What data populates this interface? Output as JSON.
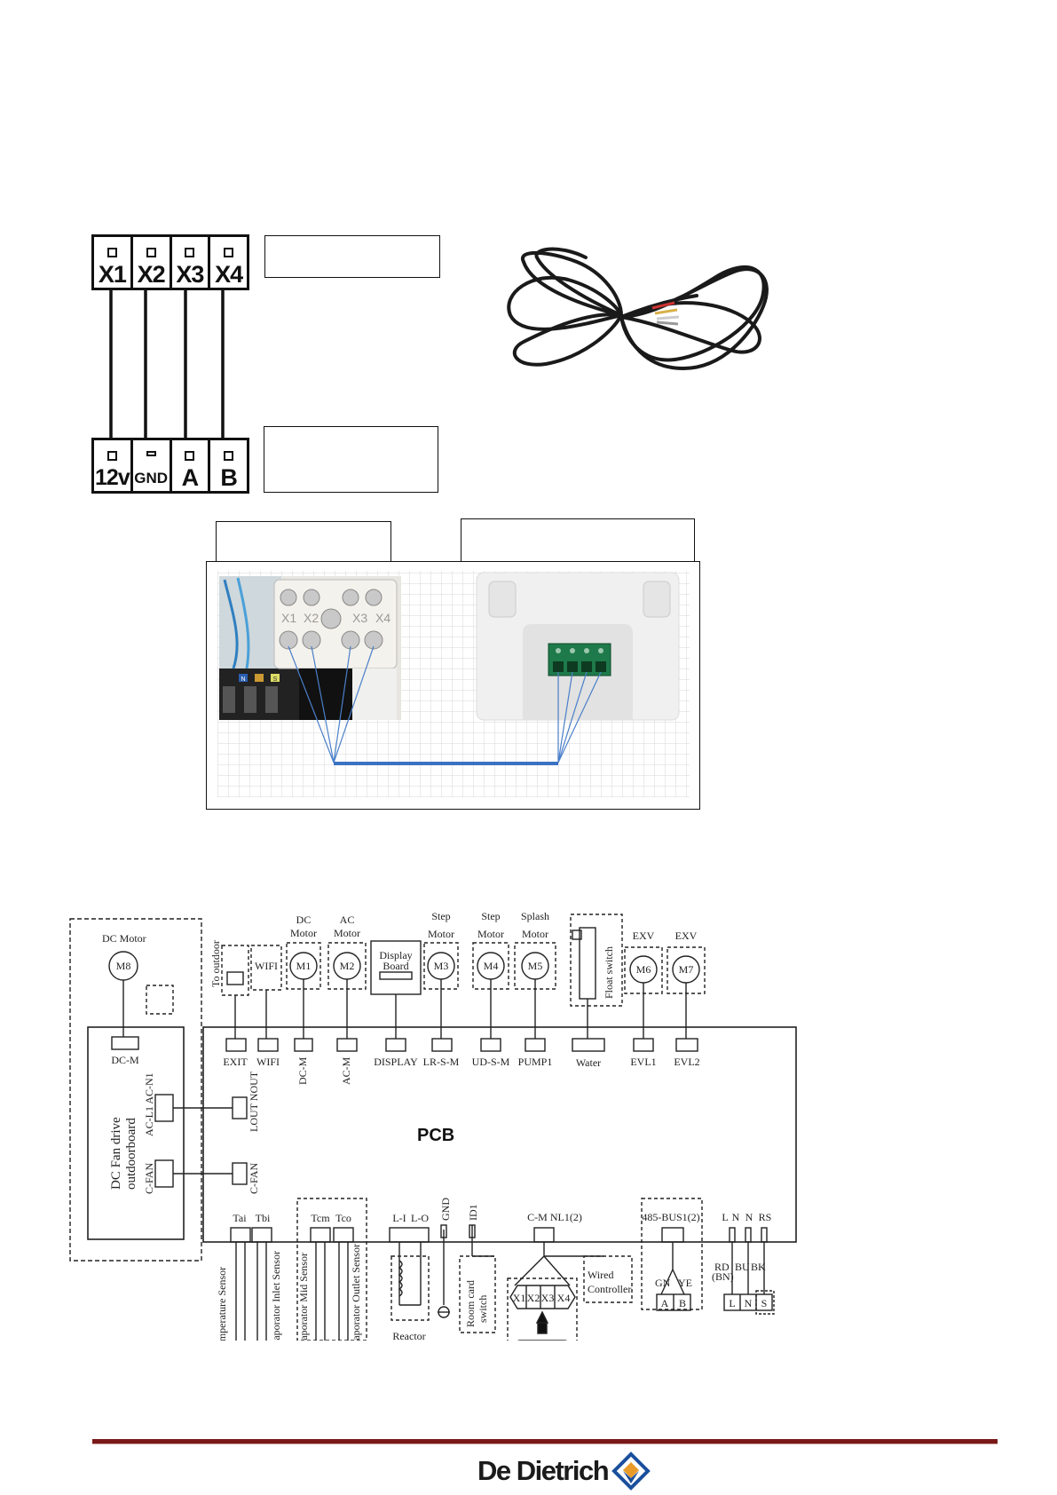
{
  "top_terminal": {
    "labels": [
      "X1",
      "X2",
      "X3",
      "X4"
    ]
  },
  "bottom_terminal": {
    "labels": [
      "12v",
      "GND",
      "A",
      "B"
    ]
  },
  "photo": {
    "left_terminal_labels": [
      "X1",
      "X2",
      "X3",
      "X4"
    ],
    "indicators": [
      "N",
      "S"
    ]
  },
  "schematic": {
    "pcb_label": "PCB",
    "fan_board": {
      "motor_name": "DC Motor",
      "motor_id": "M8",
      "connector": "DC-M",
      "label_line1": "DC Fan drive",
      "label_line2": "outdoorboard",
      "port_ac": "AC-L1 AC-N1",
      "port_fan": "C-FAN"
    },
    "top_components": [
      {
        "id": "to-outdoor",
        "title": "To outdoor",
        "connector": "EXIT"
      },
      {
        "id": "wifi",
        "title": "WIFI",
        "connector": "WIFI"
      },
      {
        "id": "m1",
        "title_l1": "DC",
        "title_l2": "Motor",
        "motor": "M1",
        "connector": "DC-M"
      },
      {
        "id": "m2",
        "title_l1": "AC",
        "title_l2": "Motor",
        "motor": "M2",
        "connector": "AC-M"
      },
      {
        "id": "display",
        "title_l1": "Display",
        "title_l2": "Board",
        "connector": "DISPLAY"
      },
      {
        "id": "m3",
        "title_l1": "Step",
        "title_l2": "Motor",
        "motor": "M3",
        "connector": "LR-S-M"
      },
      {
        "id": "m4",
        "title_l1": "Step",
        "title_l2": "Motor",
        "motor": "M4",
        "connector": "UD-S-M"
      },
      {
        "id": "m5",
        "title_l1": "Splash",
        "title_l2": "Motor",
        "motor": "M5",
        "connector": "PUMP1"
      },
      {
        "id": "float",
        "title": "Float switch",
        "connector": "Water"
      },
      {
        "id": "m6",
        "title": "EXV",
        "motor": "M6",
        "connector": "EVL1"
      },
      {
        "id": "m7",
        "title": "EXV",
        "motor": "M7",
        "connector": "EVL2"
      }
    ],
    "left_ports": [
      "LOUT NOUT",
      "C-FAN"
    ],
    "bottom_connectors": [
      "Tai",
      "Tbi",
      "Tcm",
      "Tco",
      "L-I",
      "L-O",
      "GND",
      "ID1",
      "C-M NL1(2)",
      "485-BUS1(2)",
      "L",
      "N",
      "N",
      "RS"
    ],
    "sensors": [
      "Temperature Sensor",
      "Evaporator Inlet Sensor",
      "Evaporator Mid Sensor",
      "Evaporator Outlet Sensor"
    ],
    "reactor": "Reactor",
    "room_card": [
      "Room card",
      "switch"
    ],
    "controller_terms": [
      "X1",
      "X2",
      "X3",
      "X4"
    ],
    "wired_controller": [
      "Wired",
      "Controller"
    ],
    "bus": {
      "gn": "GN",
      "ye": "YE",
      "a": "A",
      "b": "B"
    },
    "power": {
      "rd": "RD",
      "bn": "(BN)",
      "bu": "BU",
      "bk": "BK",
      "l": "L",
      "n": "N",
      "s": "S"
    }
  },
  "footer": {
    "brand": "De Dietrich"
  },
  "colors": {
    "brand_blue": "#1a4f9c",
    "brand_orange": "#e89b2a",
    "rule": "#7a1818",
    "wire_blue": "#3a72c4"
  }
}
